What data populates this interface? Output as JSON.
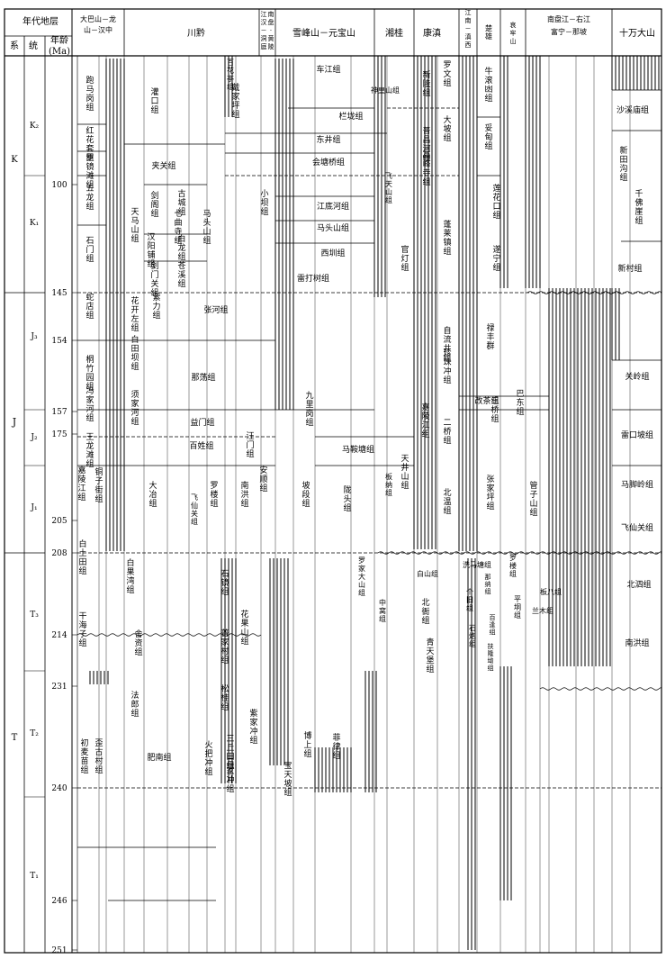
{
  "header": {
    "era": "年代地层",
    "system": "系",
    "series": "统",
    "age_label": "年龄",
    "age_unit": "(Ma)",
    "regions": [
      "大巴山－龙门山－汉中",
      "川黔",
      "江汉－洞庭－南盘·黄陵",
      "雪峰山－元宝山",
      "湘桂",
      "康滇",
      "江南－滇西",
      "楚雄",
      "哀牢山",
      "南盘江－右江－富宁－那坡",
      "十万大山"
    ]
  },
  "stratigraphy": {
    "systems": [
      "K",
      "J",
      "T"
    ],
    "series": [
      "K₂",
      "K₁",
      "J₃",
      "J₂",
      "J₁",
      "T₃",
      "T₂",
      "T₁"
    ],
    "ages": [
      "100",
      "145",
      "154",
      "157",
      "175",
      "205",
      "208",
      "214",
      "231",
      "240",
      "246",
      "251"
    ]
  },
  "formations": [
    "跑马岗组",
    "红花套组",
    "罗镜滩组",
    "五龙组",
    "石门组",
    "灌口组",
    "夹关组",
    "天马山组",
    "剑阁组",
    "汉阳铺组",
    "古城组",
    "七曲寺组",
    "白龙组",
    "剑门关组",
    "苍溪组",
    "马头山组",
    "戴家坪组",
    "百花亭组",
    "车江组",
    "神皇山组",
    "栏垅组",
    "东井组",
    "会塘桥组",
    "江底河组",
    "马头山组",
    "西圳组",
    "雷打树组",
    "小坝组",
    "飞天山组",
    "新隆组",
    "普昌河组",
    "高峰寺组",
    "罗文组",
    "大坡组",
    "蓬莱镇组",
    "官灯组",
    "莲花口组",
    "遂宁组",
    "牛滚凼组",
    "妥甸组",
    "沙溪庙组",
    "新田沟组",
    "千佛崖组",
    "新村组",
    "张河组",
    "蛇店组",
    "花开左组",
    "紫力组",
    "那荡组",
    "桐竹园组",
    "白田坝组",
    "自流井组",
    "珍珠冲组",
    "禄丰群",
    "益门组",
    "冯家河组",
    "百姓组",
    "汪门组",
    "王龙滩组",
    "须家河组",
    "九里岗组",
    "马鞍塘组",
    "天井山组",
    "二桥组",
    "三桥组",
    "改茶组",
    "巴东组",
    "关岭组",
    "雷口坡组",
    "嘉陵江组",
    "铜子街组",
    "大冶组",
    "飞仙关组",
    "罗楼组",
    "南洪组",
    "安顺组",
    "坡段组",
    "陇头组",
    "板纳组",
    "嘉陵江组",
    "北温组",
    "张家坪组",
    "管子山组",
    "马脚岭组",
    "飞仙关组",
    "白土田组",
    "白果湾组",
    "干海子组",
    "舍资组",
    "法郎组",
    "石镜组",
    "普家村组",
    "松桂组",
    "花果山组",
    "罗家大山组",
    "中窝组",
    "白山组",
    "北衙组",
    "青天堡组",
    "洗马塘组",
    "个旧组",
    "那纳组",
    "罗楼组",
    "百逢组",
    "石炮组",
    "扶隆坳组",
    "平垌组",
    "兰木组",
    "板八组",
    "北泗组",
    "南洪组",
    "初麦苗组",
    "歪古村组",
    "肥南组",
    "火把冲组",
    "三丘田组",
    "三家冲组",
    "紫家冲组",
    "宝天坡组",
    "博上组",
    "菲律组"
  ]
}
